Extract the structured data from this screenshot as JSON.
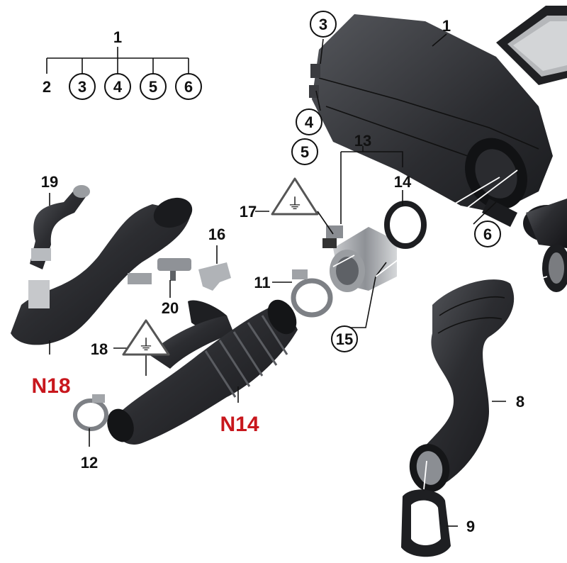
{
  "diagram": {
    "labels": {
      "tree_root": "1",
      "tree_2": "2",
      "tree_3": "3",
      "tree_4": "4",
      "tree_5": "5",
      "tree_6": "6",
      "p1": "1",
      "p3": "3",
      "p4": "4",
      "p5": "5",
      "p6": "6",
      "p8": "8",
      "p9": "9",
      "p11": "11",
      "p12": "12",
      "p13": "13",
      "p14": "14",
      "p15": "15",
      "p16": "16",
      "p17": "17",
      "p18": "18",
      "p19": "19",
      "p20": "20",
      "n14": "N14",
      "n18": "N18"
    },
    "warning_icon": "electrical-plug-warning",
    "warning_glyph": "⏚",
    "accent_red": "#c8171d",
    "part_color": "#2e2f33"
  }
}
